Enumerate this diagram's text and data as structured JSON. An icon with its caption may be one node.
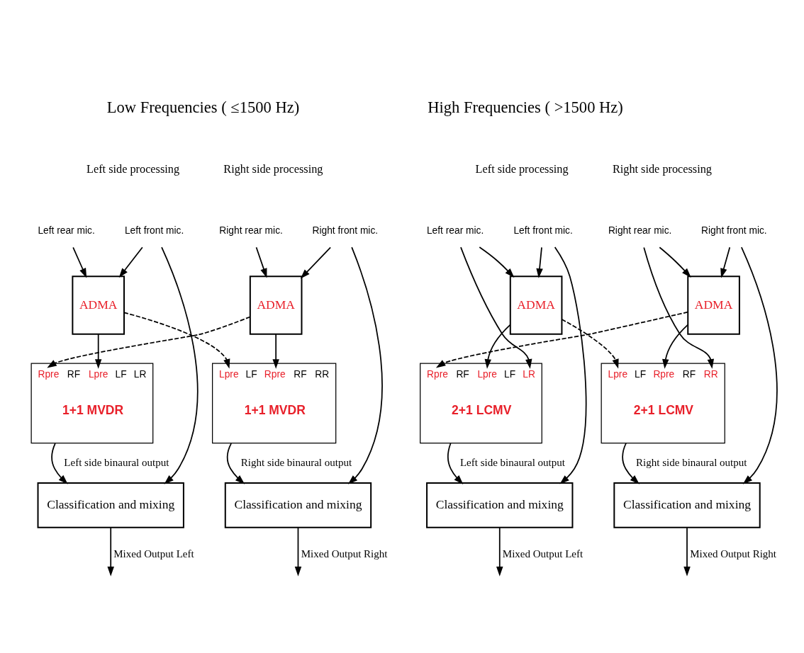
{
  "diagram": {
    "nodes": [
      {
        "text": [
          "Left rear mic."
        ]
      },
      {
        "text": [
          "Left front mic."
        ]
      },
      {
        "text": [
          "ADMA"
        ]
      },
      {
        "text": [
          "Rpre",
          "RF",
          "Lpre",
          "LF",
          "LR",
          "1+1 MVDR"
        ]
      },
      {
        "text": [
          "Classification and mixing"
        ]
      },
      {
        "text": [
          "Right rear mic."
        ]
      },
      {
        "text": [
          "Right front mic."
        ]
      },
      {
        "text": [
          "ADMA"
        ]
      },
      {
        "text": [
          "Lpre",
          "LF",
          "Rpre",
          "RF",
          "RR",
          "1+1 MVDR"
        ]
      },
      {
        "text": [
          "Classification and mixing"
        ]
      },
      {
        "text": [
          "Left rear mic."
        ]
      },
      {
        "text": [
          "Left front mic."
        ]
      },
      {
        "text": [
          "ADMA"
        ]
      },
      {
        "text": [
          "Rpre",
          "RF",
          "Lpre",
          "LF",
          "LR",
          "2+1 LCMV"
        ]
      },
      {
        "text": [
          "Classification and mixing"
        ]
      },
      {
        "text": [
          "Right rear mic."
        ]
      },
      {
        "text": [
          "Right front mic."
        ]
      },
      {
        "text": [
          "ADMA"
        ]
      },
      {
        "text": [
          "Lpre",
          "LF",
          "Rpre",
          "RF",
          "RR",
          "2+1 LCMV"
        ]
      },
      {
        "text": [
          "Classification and mixing"
        ]
      }
    ],
    "edges": [
      {
        "from": 0,
        "to": 2,
        "arrow": "to"
      },
      {
        "from": 1,
        "to": 2,
        "arrow": "to"
      },
      {
        "from": 1,
        "to": 4,
        "arrow": "to"
      },
      {
        "from": 2,
        "to": 3,
        "arrow": "to"
      },
      {
        "from": 2,
        "to": 8,
        "arrow": "to",
        "style": "dashed"
      },
      {
        "from": 7,
        "to": 3,
        "arrow": "to",
        "style": "dashed"
      },
      {
        "from": 5,
        "to": 7,
        "arrow": "to"
      },
      {
        "from": 6,
        "to": 7,
        "arrow": "to"
      },
      {
        "from": 6,
        "to": 9,
        "arrow": "to"
      },
      {
        "from": 7,
        "to": 8,
        "arrow": "to"
      },
      {
        "from": 3,
        "to": 4,
        "arrow": "to",
        "label": "Left side binaural output"
      },
      {
        "from": 8,
        "to": 9,
        "arrow": "to",
        "label": "Right side binaural output"
      },
      {
        "from": 4,
        "to": null,
        "arrow": "to",
        "label": "Mixed Output Left"
      },
      {
        "from": 9,
        "to": null,
        "arrow": "to",
        "label": "Mixed Output Right"
      },
      {
        "from": 10,
        "to": 12,
        "arrow": "to"
      },
      {
        "from": 11,
        "to": 12,
        "arrow": "to"
      },
      {
        "from": 10,
        "to": 13,
        "arrow": "to"
      },
      {
        "from": 11,
        "to": 14,
        "arrow": "to"
      },
      {
        "from": 12,
        "to": 13,
        "arrow": "to"
      },
      {
        "from": 12,
        "to": 18,
        "arrow": "to",
        "style": "dashed"
      },
      {
        "from": 17,
        "to": 13,
        "arrow": "to",
        "style": "dashed"
      },
      {
        "from": 15,
        "to": 17,
        "arrow": "to"
      },
      {
        "from": 16,
        "to": 17,
        "arrow": "to"
      },
      {
        "from": 15,
        "to": 18,
        "arrow": "to"
      },
      {
        "from": 16,
        "to": 19,
        "arrow": "to"
      },
      {
        "from": 17,
        "to": 18,
        "arrow": "to"
      },
      {
        "from": 13,
        "to": 14,
        "arrow": "to",
        "label": "Left side binaural output"
      },
      {
        "from": 18,
        "to": 19,
        "arrow": "to",
        "label": "Right side binaural output"
      },
      {
        "from": 14,
        "to": null,
        "arrow": "to",
        "label": "Mixed Output Left"
      },
      {
        "from": 19,
        "to": null,
        "arrow": "to",
        "label": "Mixed Output Right"
      }
    ],
    "labels": [
      "Low Frequencies ( ≤1500 Hz)",
      "Left side processing",
      "Right side processing",
      "High Frequencies ( >1500 Hz)",
      "Left side processing",
      "Right side processing"
    ]
  }
}
